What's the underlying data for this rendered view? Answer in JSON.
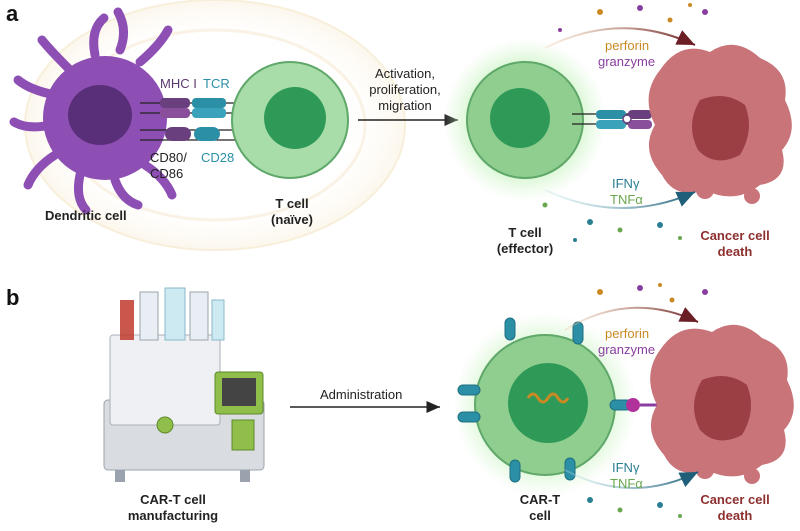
{
  "colors": {
    "dendritic": "#8e4fb5",
    "dendritic_nucleus": "#5a2f7a",
    "tcell_outer": "#9fd6a0",
    "tcell_nucleus": "#2f9a58",
    "cancer": "#c97479",
    "cancer_dark": "#9b3f45",
    "tcr": "#2b8fa6",
    "mhc": "#6a3f7e",
    "perforin": "#c98a24",
    "granzyme": "#8a3fa0",
    "ifn": "#2a7f93",
    "tnf": "#6aa84f",
    "death_label": "#8e2f2f"
  },
  "panel_a": {
    "letter": "a",
    "mhc_label": "MHC I",
    "tcr_label": "TCR",
    "cd80_line1": "CD80/",
    "cd80_line2": "CD86",
    "cd28_label": "CD28",
    "dendritic_label": "Dendritic cell",
    "tcell_naive_line1": "T cell",
    "tcell_naive_line2": "(naïve)",
    "arrow_line1": "Activation,",
    "arrow_line2": "proliferation,",
    "arrow_line3": "migration",
    "perforin": "perforin",
    "granzyme": "granzyme",
    "ifn": "IFNγ",
    "tnf": "TNFα",
    "tcell_effector_line1": "T cell",
    "tcell_effector_line2": "(effector)",
    "death_line1": "Cancer cell",
    "death_line2": "death"
  },
  "panel_b": {
    "letter": "b",
    "arrow_label": "Administration",
    "perforin": "perforin",
    "granzyme": "granzyme",
    "ifn": "IFNγ",
    "tnf": "TNFα",
    "manufacturing_line1": "CAR-T cell",
    "manufacturing_line2": "manufacturing",
    "cart_line1": "CAR-T",
    "cart_line2": "cell",
    "death_line1": "Cancer cell",
    "death_line2": "death"
  }
}
